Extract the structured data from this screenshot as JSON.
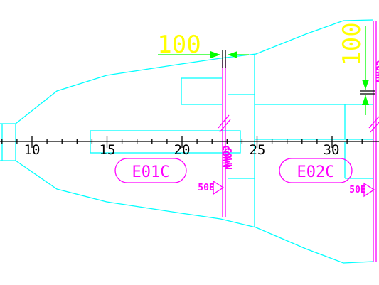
{
  "colors": {
    "background": "#ffffff",
    "outline": "#00ffff",
    "frame": "#ff00ff",
    "dimension_line": "#00ff00",
    "dimension_text": "#ffff00",
    "frame_axis": "#000000"
  },
  "dimensions": {
    "horizontal": "100",
    "vertical": "100"
  },
  "frame_scale": {
    "labels": [
      "10",
      "15",
      "20",
      "25",
      "30"
    ]
  },
  "zones": {
    "left": "E01C",
    "right": "E02C"
  },
  "frame_tags": {
    "down_label_1": "COWN",
    "down_label_2": "COWN",
    "down_label_3": "COWN",
    "weld_1": "50E",
    "weld_2": "50E"
  }
}
